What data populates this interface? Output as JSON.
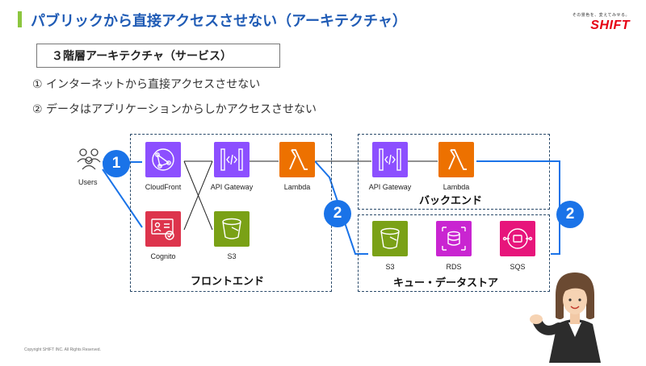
{
  "header": {
    "title": "パブリックから直接アクセスさせない（アーキテクチャ）",
    "logo_tagline": "その景色を、変えてみせる。",
    "logo_text": "SHIFT",
    "accent_color": "#8cc63f",
    "title_color": "#1f5bb5",
    "brand_color": "#e60012"
  },
  "subtitle": "３階層アーキテクチャ（サービス）",
  "points": [
    "① インターネットから直接アクセスさせない",
    "② データはアプリケーションからしかアクセスさせない"
  ],
  "diagram": {
    "users_label": "Users",
    "badges": [
      "1",
      "2",
      "2"
    ],
    "regions": {
      "frontend": "フロントエンド",
      "backend": "バックエンド",
      "datastore": "キュー・データストア"
    },
    "services": {
      "cloudfront": "CloudFront",
      "api_gateway_front": "API Gateway",
      "lambda_front": "Lambda",
      "cognito": "Cognito",
      "s3_front": "S3",
      "api_gateway_back": "API Gateway",
      "lambda_back": "Lambda",
      "s3_data": "S3",
      "rds": "RDS",
      "sqs": "SQS"
    },
    "icon_colors": {
      "networking": "#8c4fff",
      "compute": "#ed7100",
      "security": "#dd344c",
      "storage": "#7aa116",
      "database": "#c925d1",
      "integration": "#e7157b"
    },
    "highlight_color": "#1a73e8"
  },
  "footer": {
    "copyright": "Copyright SHIFT INC. All Rights Reserved."
  }
}
